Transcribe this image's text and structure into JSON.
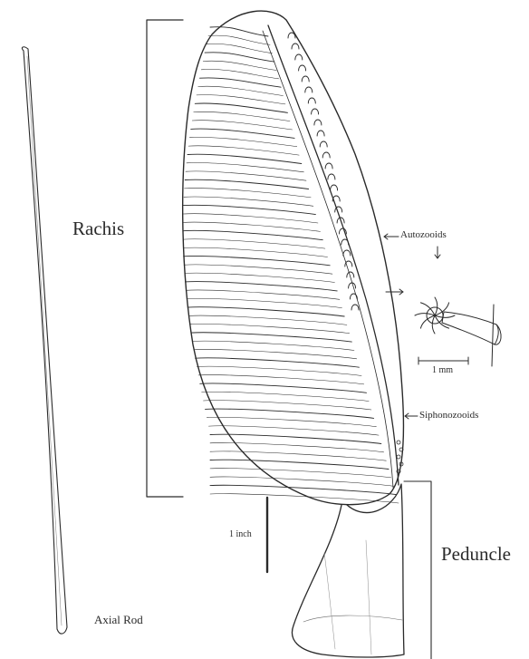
{
  "labels": {
    "rachis": "Rachis",
    "peduncle": "Peduncle",
    "axial_rod": "Axial Rod",
    "autozooids": "Autozooids",
    "siphonozooids": "Siphonozooids",
    "scale_inch": "1 inch",
    "scale_mm": "1 mm"
  },
  "colors": {
    "ink": "#2a2a2a",
    "background": "#ffffff"
  }
}
